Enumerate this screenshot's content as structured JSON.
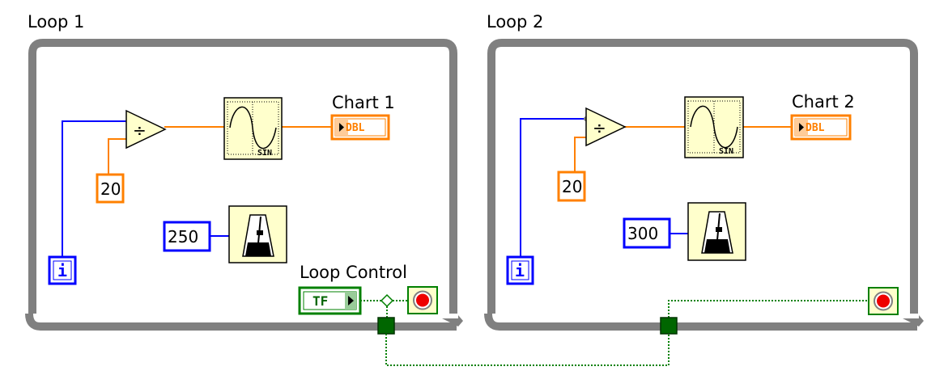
{
  "loop1": {
    "label": "Loop 1",
    "divisor": "20",
    "wait_ms": "250",
    "chart_label": "Chart 1",
    "indicator_type": "DBL",
    "sine_label": "SIN",
    "iteration": "i",
    "control_label": "Loop Control",
    "control_value": "TF"
  },
  "loop2": {
    "label": "Loop 2",
    "divisor": "20",
    "wait_ms": "300",
    "chart_label": "Chart 2",
    "indicator_type": "DBL",
    "sine_label": "SIN",
    "iteration": "i"
  },
  "colors": {
    "loop_frame": "#808080",
    "integer_wire": "#0000ff",
    "double_wire": "#ff8000",
    "boolean_wire": "#008000",
    "function_fill": "#ffffcc"
  },
  "icons": {
    "divide": "divide-icon",
    "sine": "sine-wave-icon",
    "wait": "metronome-icon",
    "stop": "stop-icon"
  }
}
